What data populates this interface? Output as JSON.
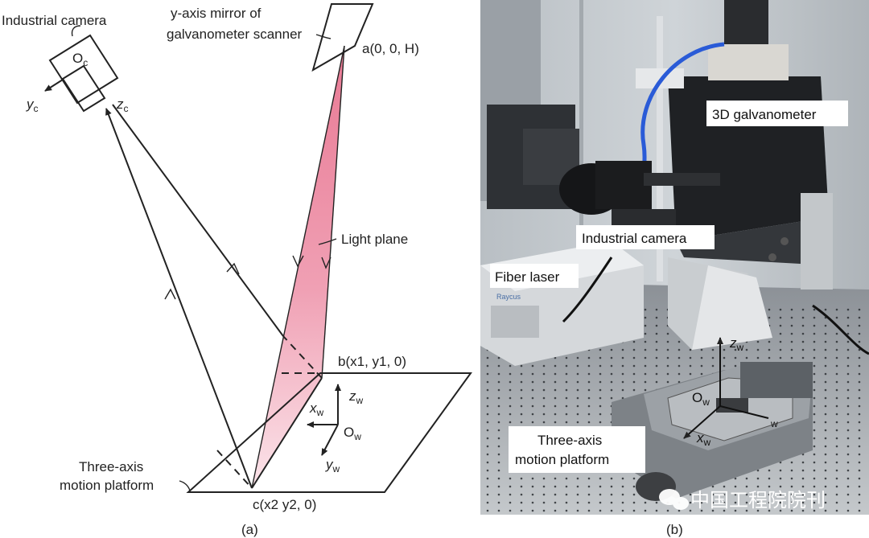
{
  "panel_a": {
    "caption": "(a)",
    "industrial_camera_label": "Industrial camera",
    "camera_origin": {
      "main": "O",
      "sub": "c"
    },
    "camera_y_axis": {
      "main": "y",
      "sub": "c"
    },
    "camera_z_axis": {
      "main": "z",
      "sub": "c"
    },
    "mirror_label_line1": "y-axis mirror of",
    "mirror_label_line2": "galvanometer scanner",
    "point_a": "a(0, 0, H)",
    "light_plane_label": "Light plane",
    "point_b": "b(x1, y1, 0)",
    "point_c": "c(x2 y2, 0)",
    "platform_label_line1": "Three-axis",
    "platform_label_line2": "motion platform",
    "world_origin": {
      "main": "O",
      "sub": "w"
    },
    "world_x_axis": {
      "main": "x",
      "sub": "w"
    },
    "world_y_axis": {
      "main": "y",
      "sub": "w"
    },
    "world_z_axis": {
      "main": "z",
      "sub": "w"
    }
  },
  "panel_b": {
    "caption": "(b)",
    "galvanometer_label": "3D galvanometer",
    "camera_label": "Industrial camera",
    "fiber_laser_label": "Fiber laser",
    "platform_label_line1": "Three-axis",
    "platform_label_line2": "motion platform",
    "world_origin": {
      "main": "O",
      "sub": "w"
    },
    "world_x_axis": {
      "main": "x",
      "sub": "w"
    },
    "world_z_axis": {
      "main": "z",
      "sub": "w"
    },
    "world_y_axis_partial": {
      "main": "",
      "sub": "w"
    },
    "watermark": "中国工程院院刊",
    "photo_brand_text": "Raycus"
  },
  "colors": {
    "light_plane_top": "#f6c9d2",
    "light_plane_bottom": "#e36d89",
    "line": "#222222"
  }
}
